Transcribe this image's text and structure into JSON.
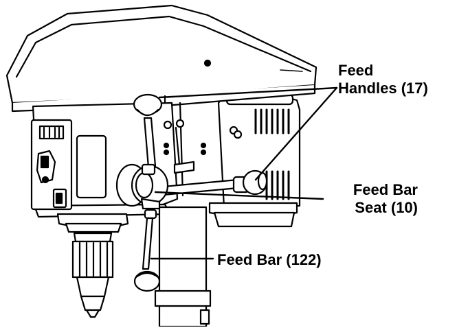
{
  "figure": {
    "subject": "drill-press-head",
    "callouts": [
      {
        "id": "feed-handles",
        "lines": [
          "Feed",
          "Handles (17)"
        ],
        "align": "left"
      },
      {
        "id": "feed-bar-seat",
        "lines": [
          "Feed Bar",
          "Seat (10)"
        ],
        "align": "right"
      },
      {
        "id": "feed-bar",
        "lines": [
          "Feed Bar (122)"
        ],
        "align": "left"
      }
    ],
    "colors": {
      "ink": "#000000",
      "paper": "#ffffff"
    }
  }
}
